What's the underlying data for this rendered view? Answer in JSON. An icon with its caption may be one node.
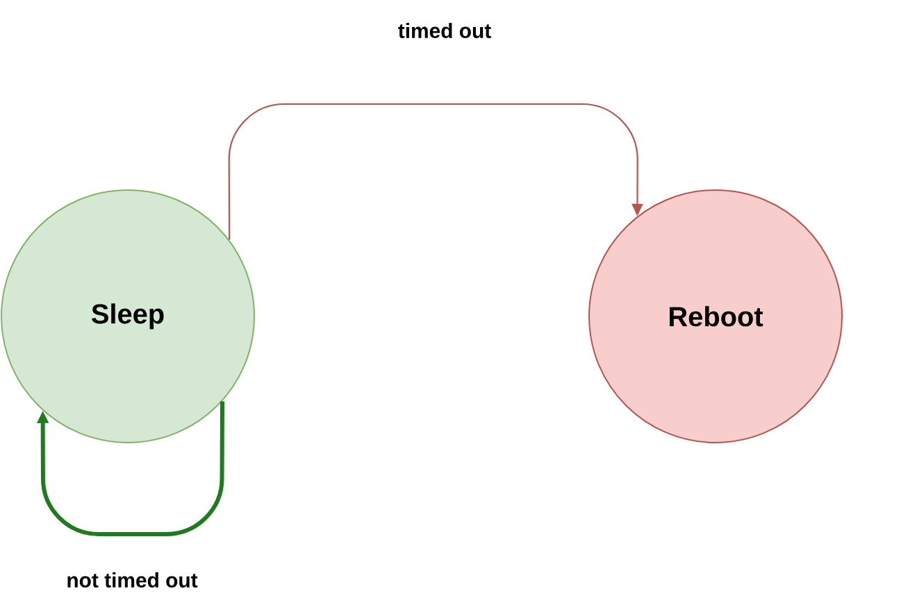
{
  "diagram": {
    "nodes": [
      {
        "text": [
          "Sleep"
        ]
      },
      {
        "text": [
          "Reboot"
        ]
      }
    ],
    "edges": [
      {
        "from": 0,
        "to": 1,
        "arrow": "to",
        "label": "timed out",
        "color": "#b85450"
      },
      {
        "from": 0,
        "to": 0,
        "arrow": "to",
        "label": "not timed out",
        "color": "#1e7b1e",
        "style": "thick"
      }
    ]
  }
}
